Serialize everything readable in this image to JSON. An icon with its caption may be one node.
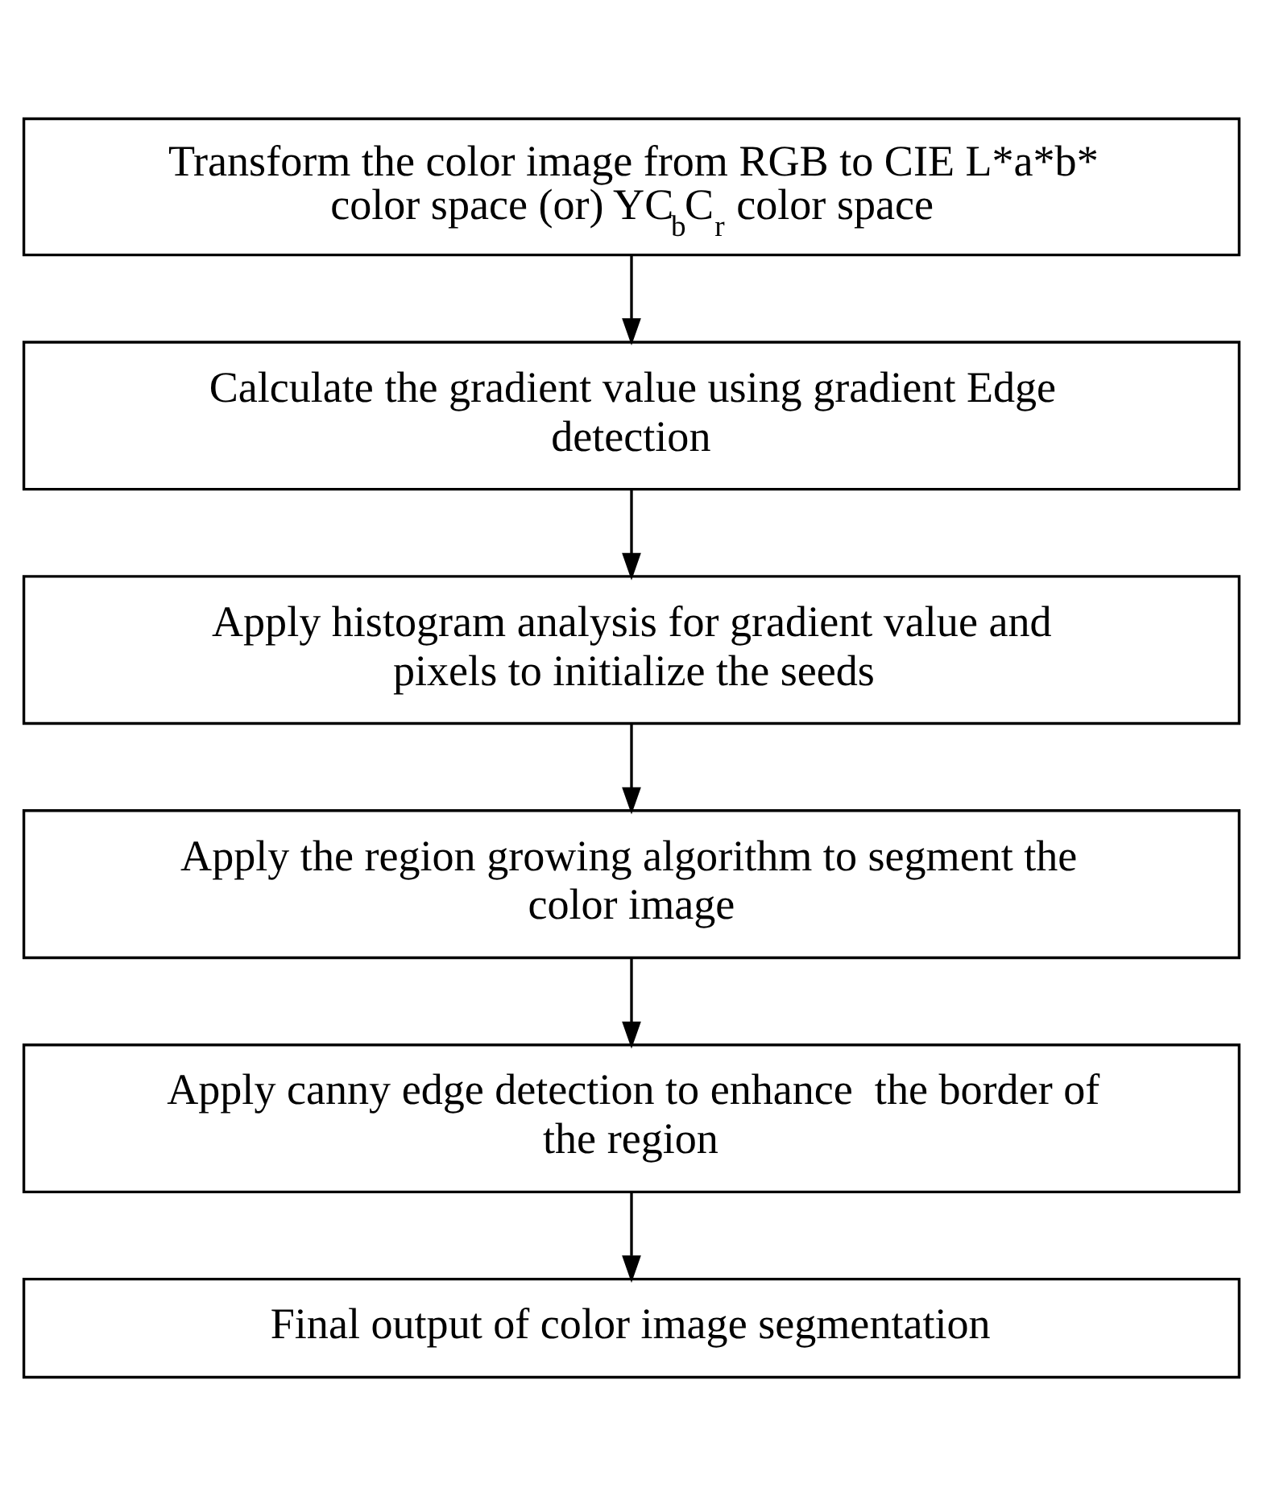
{
  "diagram": {
    "nodes": [
      {
        "text": [
          "Transform the color image from RGB to CIE L*a*b* color space (or) YC$_{b}$C$_{r}$ color space"
        ]
      },
      {
        "text": [
          "Calculate the gradient value using gradient Edge detection"
        ]
      },
      {
        "text": [
          "Apply histogram analysis for gradient value and pixels to initialize the seeds"
        ]
      },
      {
        "text": [
          "Apply the region growing algorithm to segment the color image"
        ]
      },
      {
        "text": [
          "Apply canny edge detection to enhance  the border of the region"
        ]
      },
      {
        "text": [
          "Final output of color image segmentation"
        ]
      }
    ],
    "edges": [
      {
        "from": 0,
        "to": 1,
        "arrow": "to"
      },
      {
        "from": 1,
        "to": 2,
        "arrow": "to"
      },
      {
        "from": 2,
        "to": 3,
        "arrow": "to"
      },
      {
        "from": 3,
        "to": 4,
        "arrow": "to"
      },
      {
        "from": 4,
        "to": 5,
        "arrow": "to"
      }
    ]
  }
}
